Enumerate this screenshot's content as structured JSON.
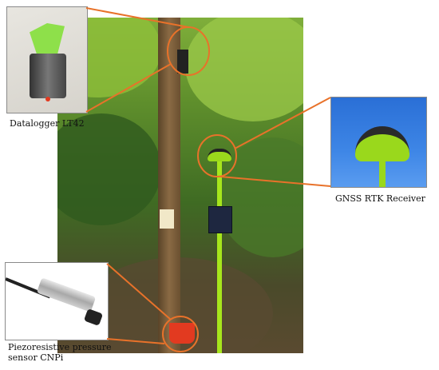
{
  "captions": {
    "datalogger": "Datalogger LT42",
    "gnss": "GNSS RTK Receiver",
    "sensor_line1": "Piezoresistive pressure",
    "sensor_line2": "sensor CNPi"
  },
  "colors": {
    "callout": "#e8722a",
    "pole": "#a7e61c"
  }
}
